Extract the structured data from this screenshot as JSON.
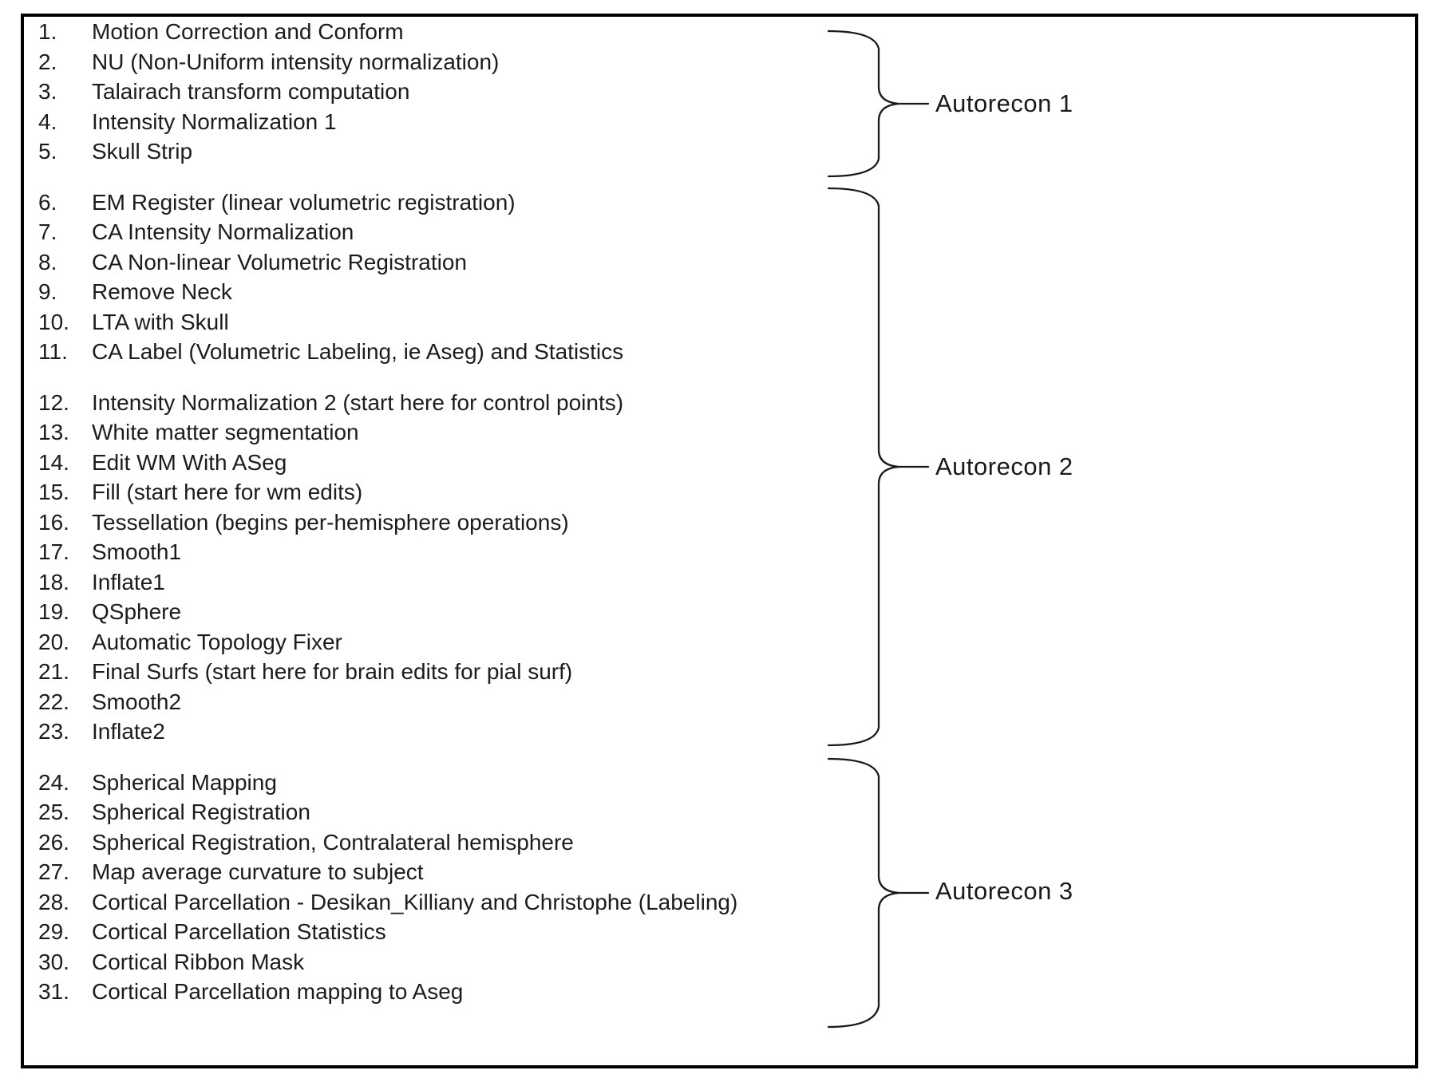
{
  "list": {
    "blocks": [
      {
        "items": [
          {
            "num": "1.",
            "text": "Motion Correction and Conform"
          },
          {
            "num": "2.",
            "text": "NU (Non-Uniform intensity normalization)"
          },
          {
            "num": "3.",
            "text": "Talairach transform computation"
          },
          {
            "num": "4.",
            "text": "Intensity Normalization 1"
          },
          {
            "num": "5.",
            "text": "Skull Strip"
          }
        ]
      },
      {
        "items": [
          {
            "num": "6.",
            "text": "EM Register (linear volumetric registration)"
          },
          {
            "num": "7.",
            "text": "CA Intensity Normalization"
          },
          {
            "num": "8.",
            "text": "CA Non-linear Volumetric Registration"
          },
          {
            "num": "9.",
            "text": "Remove Neck"
          },
          {
            "num": "10.",
            "text": "LTA with Skull"
          },
          {
            "num": "11.",
            "text": "CA Label (Volumetric Labeling, ie Aseg) and Statistics"
          }
        ]
      },
      {
        "items": [
          {
            "num": "12.",
            "text": "Intensity Normalization 2 (start here for control points)"
          },
          {
            "num": "13.",
            "text": "White matter segmentation"
          },
          {
            "num": "14.",
            "text": "Edit WM With ASeg"
          },
          {
            "num": "15.",
            "text": "Fill (start here for wm edits)"
          },
          {
            "num": "16.",
            "text": "Tessellation (begins per-hemisphere operations)"
          },
          {
            "num": "17.",
            "text": "Smooth1"
          },
          {
            "num": "18.",
            "text": "Inflate1"
          },
          {
            "num": "19.",
            "text": "QSphere"
          },
          {
            "num": "20.",
            "text": "Automatic Topology Fixer"
          },
          {
            "num": "21.",
            "text": "Final Surfs (start here for brain edits for pial surf)"
          },
          {
            "num": "22.",
            "text": "Smooth2"
          },
          {
            "num": "23.",
            "text": "Inflate2"
          }
        ]
      },
      {
        "items": [
          {
            "num": "24.",
            "text": "Spherical Mapping"
          },
          {
            "num": "25.",
            "text": "Spherical Registration"
          },
          {
            "num": "26.",
            "text": "Spherical Registration, Contralateral hemisphere"
          },
          {
            "num": "27.",
            "text": "Map average curvature to subject"
          },
          {
            "num": "28.",
            "text": "Cortical Parcellation - Desikan_Killiany and Christophe (Labeling)"
          },
          {
            "num": "29.",
            "text": "Cortical Parcellation Statistics"
          },
          {
            "num": "30.",
            "text": "Cortical Ribbon Mask"
          },
          {
            "num": "31.",
            "text": "Cortical Parcellation mapping to Aseg"
          }
        ]
      }
    ]
  },
  "braces": [
    {
      "label": "Autorecon 1"
    },
    {
      "label": "Autorecon 2"
    },
    {
      "label": "Autorecon 3"
    }
  ],
  "colors": {
    "border": "#000000",
    "line": "#1a1a1a",
    "text": "#1c1c1c"
  }
}
